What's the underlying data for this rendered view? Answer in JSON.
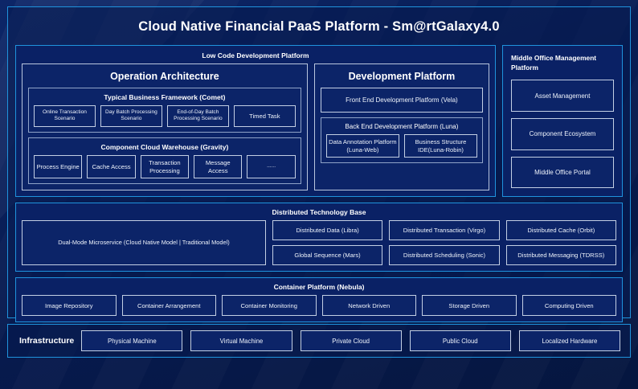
{
  "title": "Cloud Native Financial PaaS Platform - Sm@rtGalaxy4.0",
  "colors": {
    "background": "#0a1f5c",
    "accent_border": "#1f93dd",
    "chip_border": "#c3cfe4",
    "chip_fill": "#0c2468",
    "text": "#ffffff"
  },
  "low_code": {
    "heading": "Low Code Development Platform",
    "operation_architecture": {
      "title": "Operation Architecture",
      "blocks": [
        {
          "title": "Typical Business Framework (Comet)",
          "items": [
            "Online Transaction Scenario",
            "Day Batch Processing Scenario",
            "End-of-Day Batch Processing Scenario",
            "Timed Task"
          ]
        },
        {
          "title": "Component Cloud Warehouse (Gravity)",
          "items": [
            "Process Engine",
            "Cache Access",
            "Transaction Processing",
            "Message Access",
            "......"
          ]
        }
      ]
    },
    "development_platform": {
      "title": "Development Platform",
      "front_end": "Front End Development Platform (Vela)",
      "back_end": {
        "title": "Back End Development Platform (Luna)",
        "items": [
          "Data Annotation Platform (Luna-Web)",
          "Business Structure IDE(Luna-Robin)"
        ]
      }
    }
  },
  "middle_office": {
    "title": "Middle Office Management Platform",
    "items": [
      "Asset Management",
      "Component Ecosystem",
      "Middle Office Portal"
    ]
  },
  "distributed_technology_base": {
    "heading": "Distributed Technology Base",
    "highlight": "Dual-Mode Microservice (Cloud Native Model | Traditional Model)",
    "columns": [
      {
        "top": "Distributed Data (Libra)",
        "bottom": "Global Sequence (Mars)"
      },
      {
        "top": "Distributed Transaction (Virgo)",
        "bottom": "Distributed Scheduling (Sonic)"
      },
      {
        "top": "Distributed Cache (Orbit)",
        "bottom": "Distributed Messaging (TDRSS)"
      }
    ]
  },
  "container_platform": {
    "heading": "Container Platform (Nebula)",
    "items": [
      "Image Repository",
      "Container Arrangement",
      "Container Monitoring",
      "Network Driven",
      "Storage Driven",
      "Computing Driven"
    ]
  },
  "infrastructure": {
    "label": "Infrastructure",
    "items": [
      "Physical Machine",
      "Virtual Machine",
      "Private Cloud",
      "Public Cloud",
      "Localized Hardware"
    ]
  }
}
